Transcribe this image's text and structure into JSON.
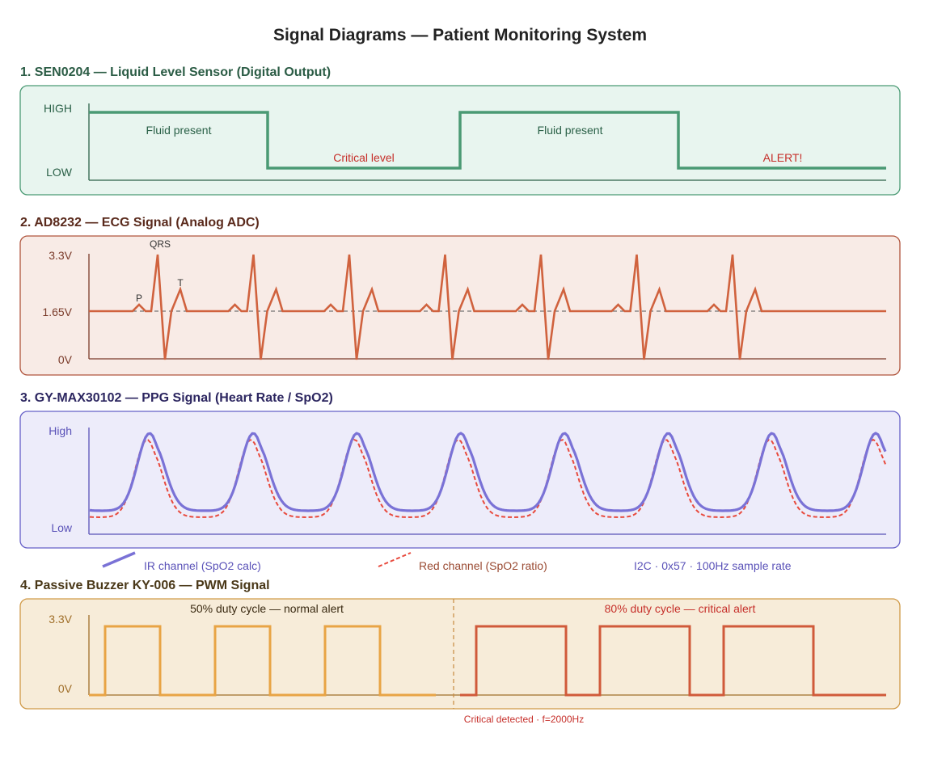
{
  "title": "Signal Diagrams — Patient Monitoring System",
  "colors": {
    "title": "#222222",
    "s1": {
      "bg": "#e8f5ef",
      "border": "#4a9a74",
      "line": "#4a9a74",
      "text": "#2b6148",
      "alert": "#c62f2a",
      "heading": "#2b5c45"
    },
    "s2": {
      "bg": "#f8ebe6",
      "border": "#b0553d",
      "line": "#d0623e",
      "text": "#7a3b2a",
      "heading": "#5a2a1c"
    },
    "s3": {
      "bg": "#edecfa",
      "border": "#6660c8",
      "ir": "#7a72d6",
      "red": "#e84a3d",
      "text": "#5a52b8",
      "heading": "#2c2660"
    },
    "s4": {
      "bg": "#f7ecd9",
      "border": "#d09a48",
      "normal": "#e8a445",
      "critical": "#d05a3a",
      "text": "#a06f2a",
      "heading": "#4a3818"
    }
  },
  "sections": {
    "s1": {
      "heading": "1. SEN0204 — Liquid Level Sensor (Digital Output)",
      "y_high": "HIGH",
      "y_low": "LOW",
      "labels": [
        "Fluid present",
        "Critical level",
        "Fluid present",
        "ALERT!"
      ]
    },
    "s2": {
      "heading": "2. AD8232 — ECG Signal (Analog ADC)",
      "y_labels": [
        "3.3V",
        "1.65V",
        "0V"
      ],
      "wave_labels": {
        "qrs": "QRS",
        "p": "P",
        "t": "T"
      }
    },
    "s3": {
      "heading": "3. GY-MAX30102 — PPG Signal (Heart Rate / SpO2)",
      "y_high": "High",
      "y_low": "Low",
      "legend": {
        "ir": "IR channel (SpO2 calc)",
        "red": "Red channel (SpO2 ratio)",
        "info": "I2C · 0x57 · 100Hz sample rate"
      }
    },
    "s4": {
      "heading": "4. Passive Buzzer KY-006 — PWM Signal",
      "y_high": "3.3V",
      "y_low": "0V",
      "normal_label": "50% duty cycle — normal alert",
      "critical_label": "80% duty cycle — critical alert",
      "footnote": "Critical detected · f=2000Hz"
    }
  }
}
